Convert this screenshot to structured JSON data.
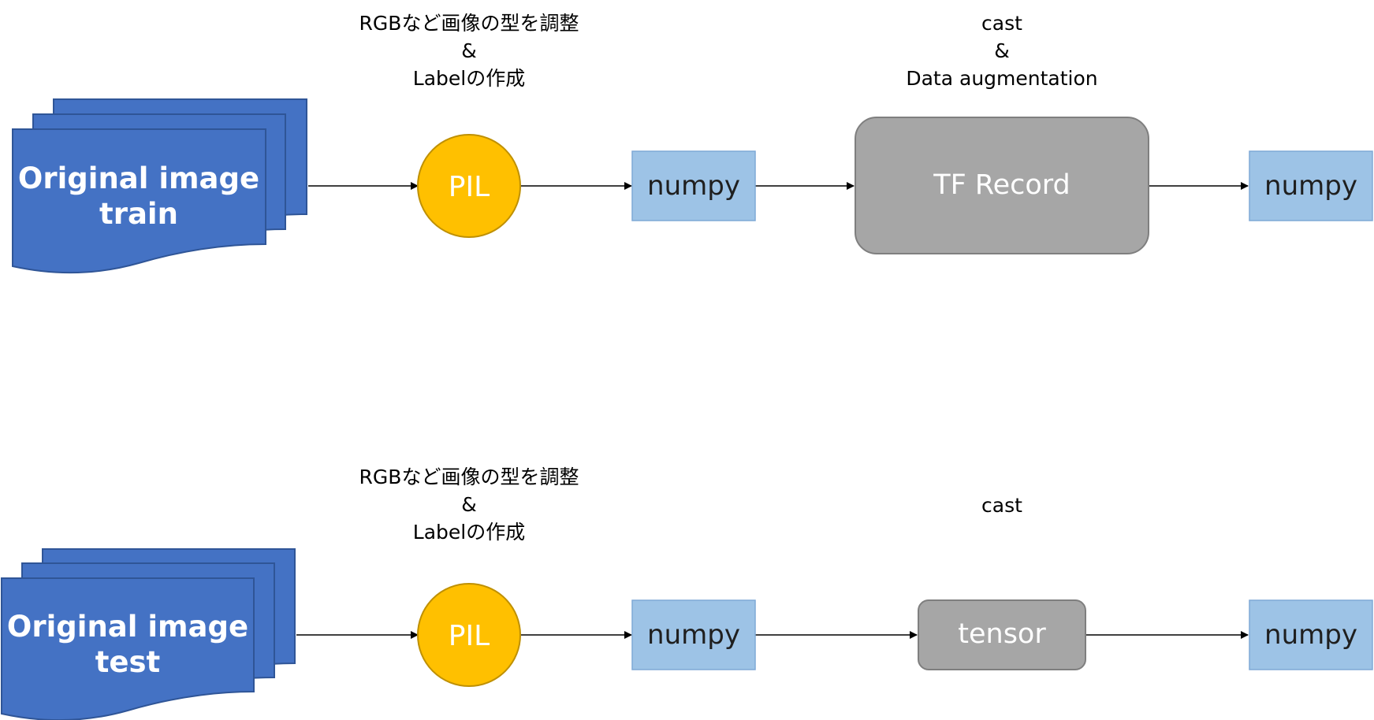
{
  "train_row": {
    "source": {
      "line1": "Original image",
      "line2": "train"
    },
    "step1_caption": {
      "line1": "RGBなど画像の型を調整",
      "line2": "&",
      "line3": "Labelの作成"
    },
    "pil": "PIL",
    "numpy_a": "numpy",
    "step3_caption": {
      "line1": "cast",
      "line2": "&",
      "line3": "Data augmentation"
    },
    "record": "TF Record",
    "numpy_b": "numpy"
  },
  "test_row": {
    "source": {
      "line1": "Original image",
      "line2": "test"
    },
    "step1_caption": {
      "line1": "RGBなど画像の型を調整",
      "line2": "&",
      "line3": "Labelの作成"
    },
    "pil": "PIL",
    "numpy_a": "numpy",
    "step3_caption": {
      "line1": "cast"
    },
    "tensor": "tensor",
    "numpy_b": "numpy"
  },
  "colors": {
    "document_fill": "#4472C4",
    "document_stroke": "#2F5597",
    "pil_fill": "#FFC000",
    "pil_stroke": "#BF9000",
    "numpy_fill": "#9DC3E6",
    "numpy_stroke": "#7FA9D6",
    "process_fill": "#A6A6A6",
    "process_stroke": "#7F7F7F",
    "node_text_light": "#FFFFFF",
    "node_text_dark": "#1F1F1F",
    "arrow": "#000000"
  }
}
